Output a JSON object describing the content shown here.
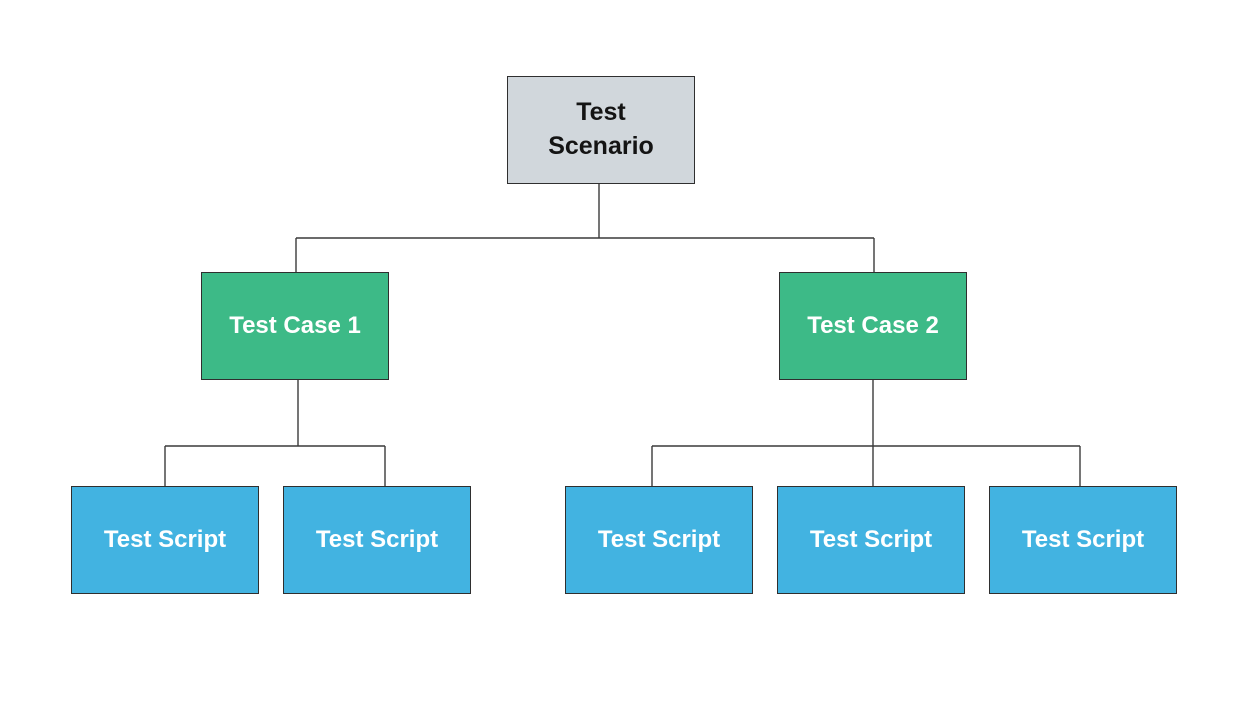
{
  "root": {
    "label": "Test\nScenario"
  },
  "test_cases": [
    {
      "label": "Test Case 1",
      "scripts": [
        {
          "label": "Test Script"
        },
        {
          "label": "Test Script"
        }
      ]
    },
    {
      "label": "Test Case 2",
      "scripts": [
        {
          "label": "Test Script"
        },
        {
          "label": "Test Script"
        },
        {
          "label": "Test Script"
        }
      ]
    }
  ],
  "colors": {
    "root_fill": "#d1d7dc",
    "case_fill": "#3dba87",
    "script_fill": "#42b3e1",
    "line": "#3a3a3a"
  }
}
